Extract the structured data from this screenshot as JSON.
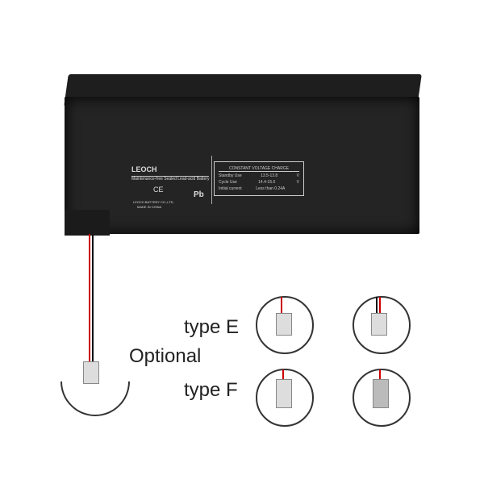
{
  "battery": {
    "brand": "LEOCH",
    "subtitle": "Maintenance-free Sealed Lead-acid Battery",
    "ce": "CE",
    "pb": "Pb",
    "maker": "LEOCH BATTERY CO.,LTD.",
    "made_in": "MADE IN CHINA",
    "spec_title": "CONSTANT VOLTAGE CHARGE",
    "spec_rows": [
      {
        "label": "Standby Use",
        "value": "13.5-13.8",
        "unit": "V"
      },
      {
        "label": "Cycle Use",
        "value": "14.4-15.0",
        "unit": "V"
      },
      {
        "label": "Initial current",
        "value": "Less than 0.24A",
        "unit": ""
      }
    ]
  },
  "labels": {
    "type_e": "type E",
    "optional": "Optional",
    "type_f": "type F"
  }
}
